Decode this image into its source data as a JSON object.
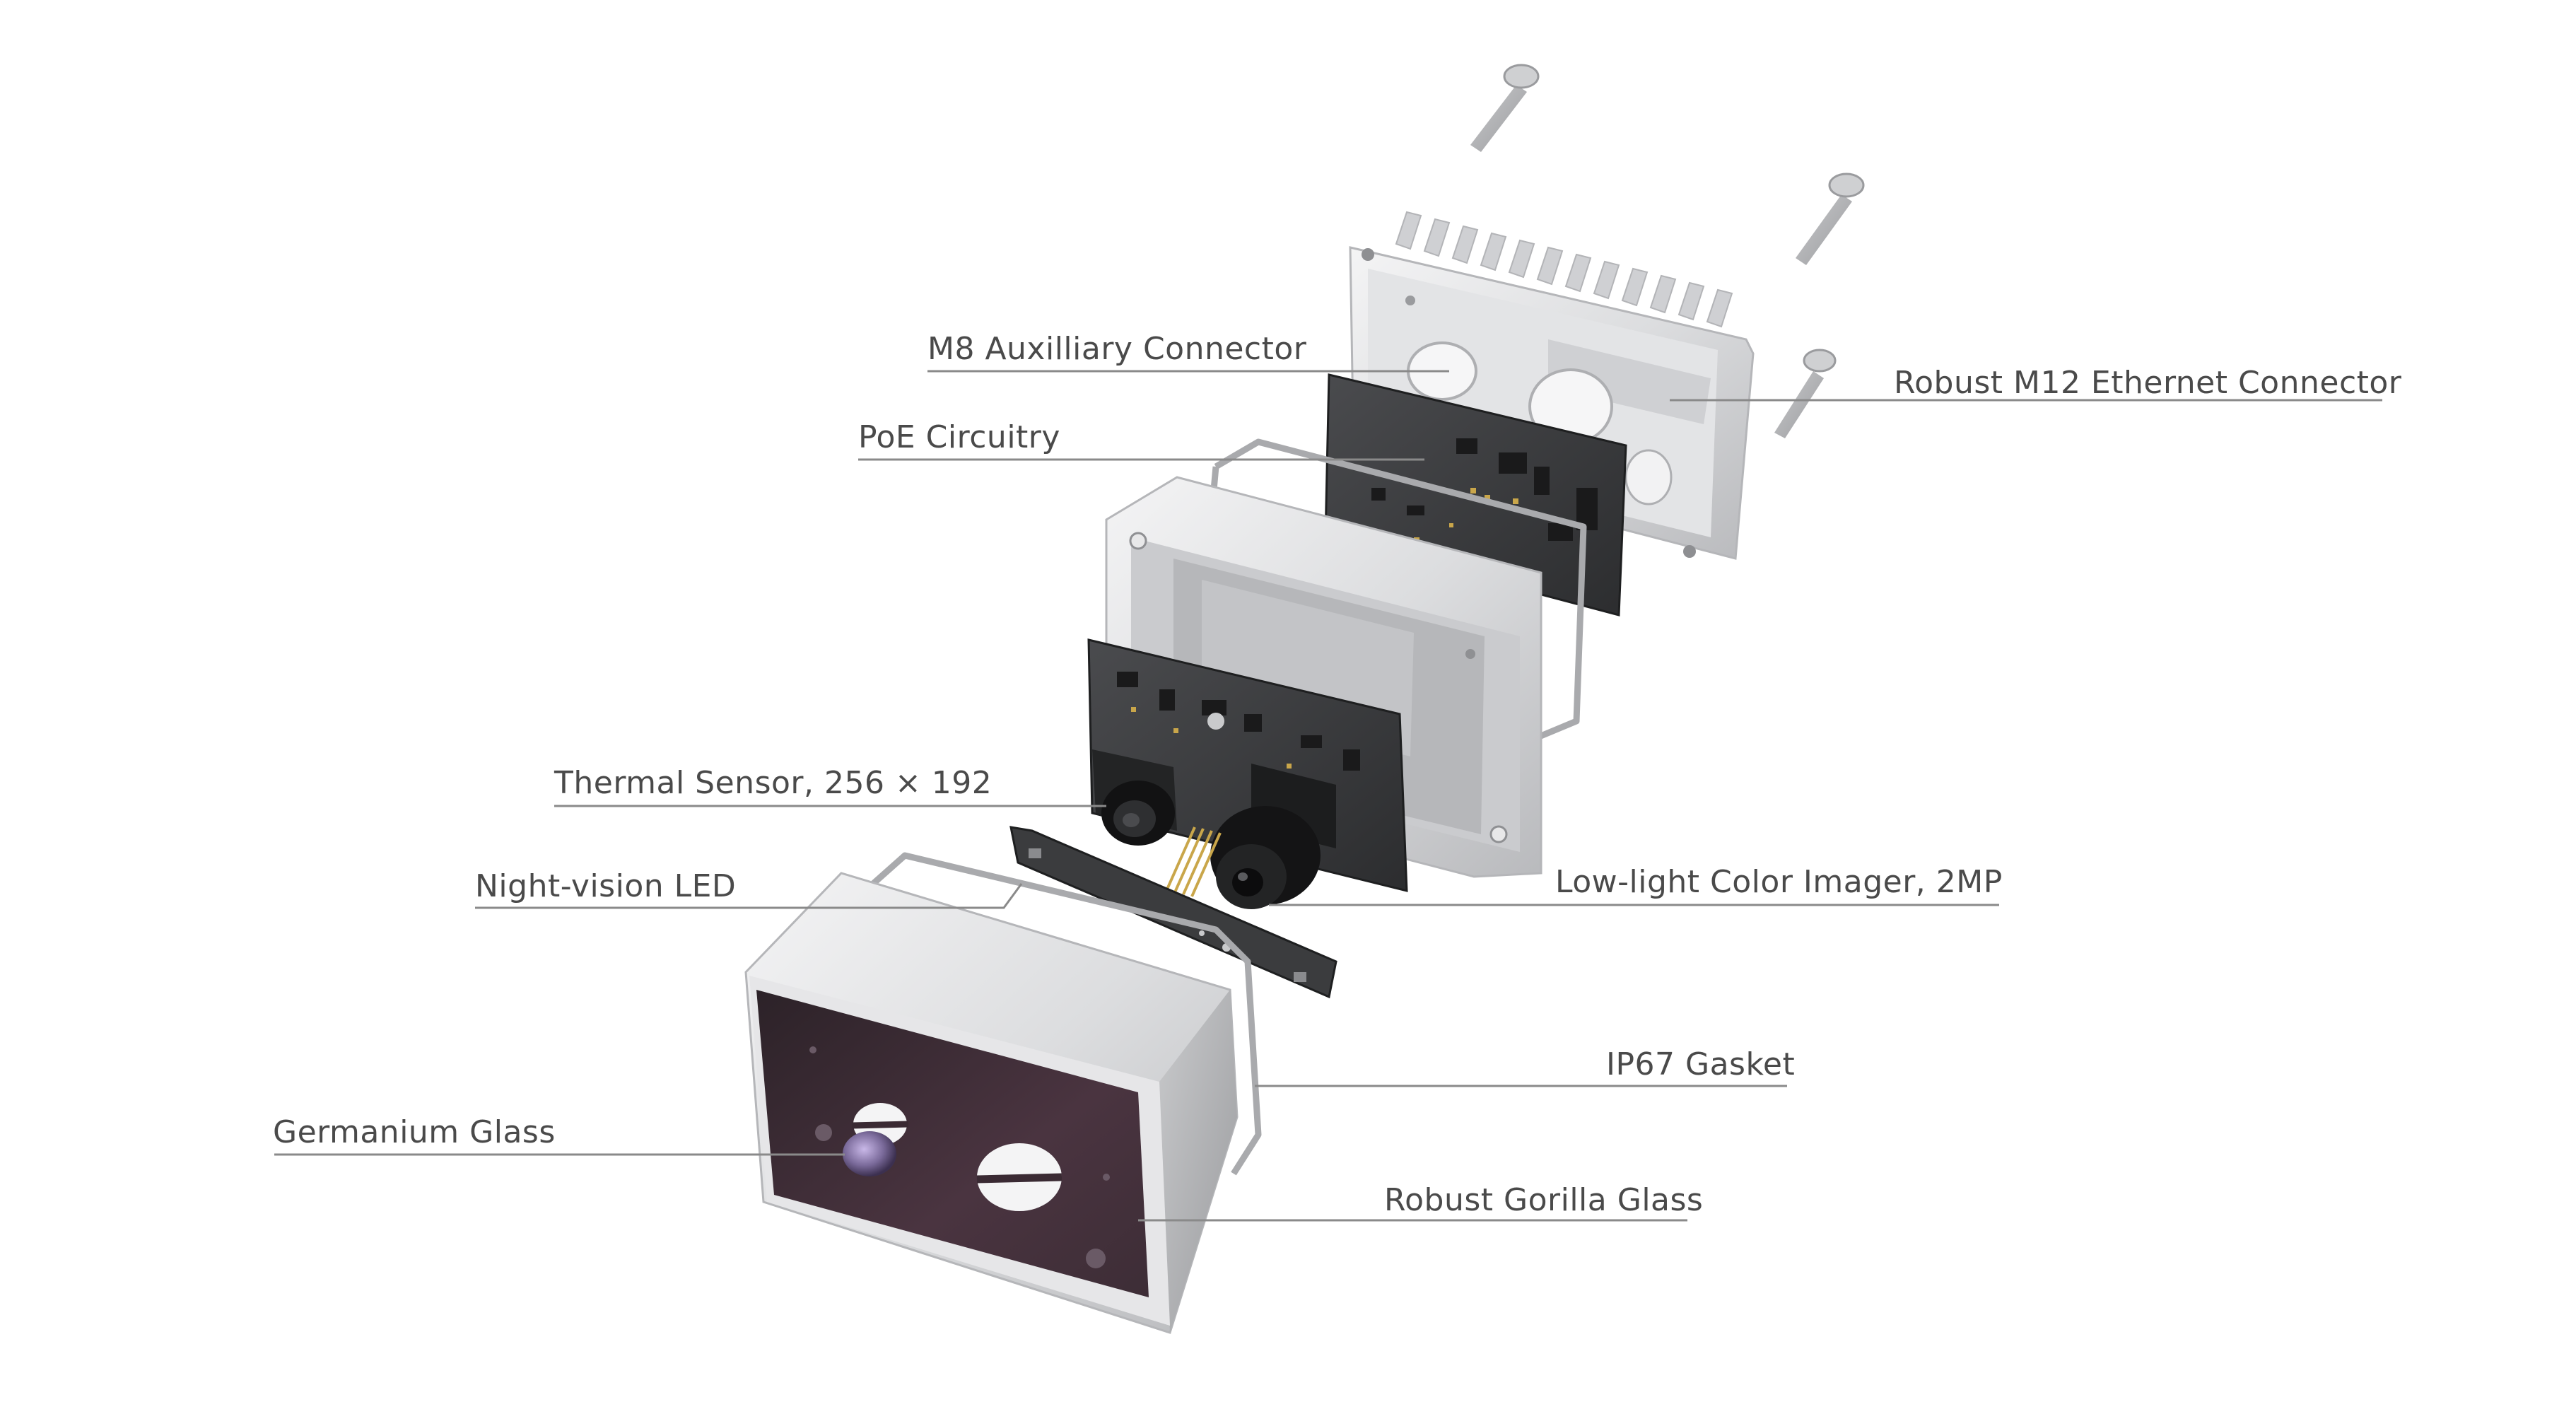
{
  "labels": {
    "m8_connector": "M8 Auxilliary Connector",
    "poe_circuitry": "PoE Circuitry",
    "m12_connector": "Robust M12 Ethernet Connector",
    "thermal_sensor": "Thermal Sensor, 256 × 192",
    "night_led": "Night-vision LED",
    "color_imager": "Low-light Color Imager, 2MP",
    "gasket": "IP67 Gasket",
    "germanium_glass": "Germanium Glass",
    "gorilla_glass": "Robust Gorilla Glass"
  },
  "colors": {
    "label_text": "#4a4a4a",
    "leader_line": "#8a8a8a",
    "aluminum": "#d9dadc",
    "pcb": "#3a3b3d",
    "front_glass": "#3a2a33"
  }
}
